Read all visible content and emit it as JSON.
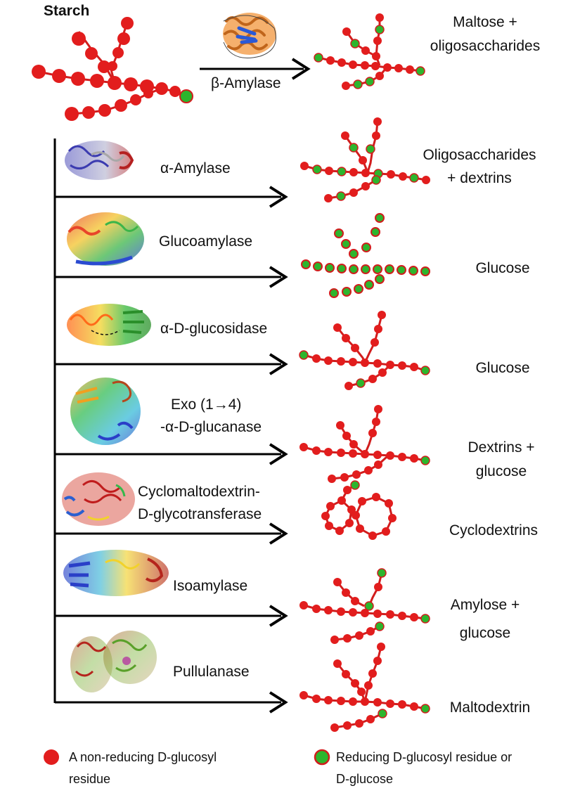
{
  "starch": {
    "title": "Starch",
    "beta_enzyme": "β-Amylase",
    "beta_product_line1": "Maltose +",
    "beta_product_line2": "oligosaccharides"
  },
  "colors": {
    "non_reducing": "#e21d1d",
    "reducing": "#2db52d",
    "link": "#d11d1d",
    "arrow": "#000000"
  },
  "reactions": [
    {
      "enzyme_lines": [
        "α-Amylase"
      ],
      "product_lines": [
        "Oligosaccharides",
        "+ dextrins"
      ],
      "protein_icon": "alpha-amylase-structure-icon"
    },
    {
      "enzyme_lines": [
        "Glucoamylase"
      ],
      "product_lines": [
        "Glucose"
      ],
      "protein_icon": "glucoamylase-structure-icon"
    },
    {
      "enzyme_lines": [
        "α-D-glucosidase"
      ],
      "product_lines": [
        "Glucose"
      ],
      "protein_icon": "alpha-glucosidase-structure-icon"
    },
    {
      "enzyme_lines": [
        "Exo (1→4)",
        "-α-D-glucanase"
      ],
      "product_lines": [
        "Dextrins +",
        "glucose"
      ],
      "protein_icon": "exo-glucanase-structure-icon"
    },
    {
      "enzyme_lines": [
        "Cyclomaltodextrin-",
        "D-glycotransferase"
      ],
      "product_lines": [
        "Cyclodextrins"
      ],
      "protein_icon": "cgtase-structure-icon"
    },
    {
      "enzyme_lines": [
        "Isoamylase"
      ],
      "product_lines": [
        "Amylose +",
        "glucose"
      ],
      "protein_icon": "isoamylase-structure-icon"
    },
    {
      "enzyme_lines": [
        "Pullulanase"
      ],
      "product_lines": [
        "Maltodextrin"
      ],
      "protein_icon": "pullulanase-structure-icon"
    }
  ],
  "legend": {
    "non_reducing_line1": "A non-reducing D-glucosyl",
    "non_reducing_line2": "residue",
    "reducing_line1": "Reducing D-glucosyl residue or",
    "reducing_line2": "D-glucose"
  }
}
